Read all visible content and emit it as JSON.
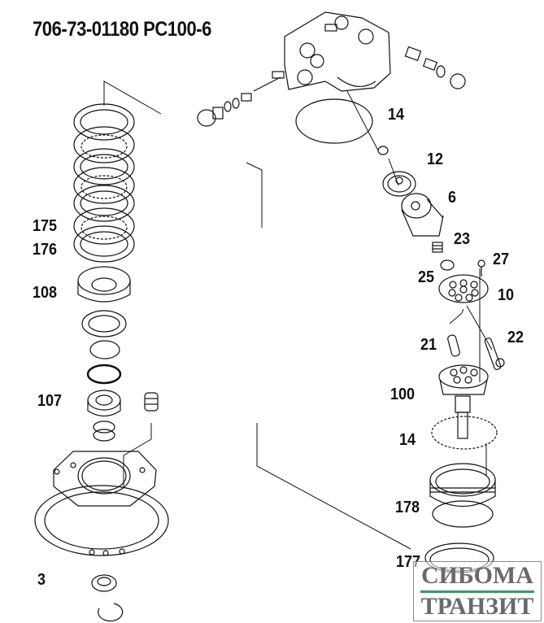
{
  "title": "706-73-01180 PC100-6",
  "callouts": [
    {
      "id": "c14a",
      "text": "14"
    },
    {
      "id": "c12",
      "text": "12"
    },
    {
      "id": "c6",
      "text": "6"
    },
    {
      "id": "c23",
      "text": "23"
    },
    {
      "id": "c27",
      "text": "27"
    },
    {
      "id": "c25",
      "text": "25"
    },
    {
      "id": "c10",
      "text": "10"
    },
    {
      "id": "c21",
      "text": "21"
    },
    {
      "id": "c22",
      "text": "22"
    },
    {
      "id": "c100",
      "text": "100"
    },
    {
      "id": "c14b",
      "text": "14"
    },
    {
      "id": "c178",
      "text": "178"
    },
    {
      "id": "c177",
      "text": "177"
    },
    {
      "id": "c175",
      "text": "175"
    },
    {
      "id": "c176",
      "text": "176"
    },
    {
      "id": "c108",
      "text": "108"
    },
    {
      "id": "c107",
      "text": "107"
    },
    {
      "id": "c3",
      "text": "3"
    }
  ],
  "watermark": {
    "line1": "СИБОМА",
    "line2": "ТРАНЗИТ",
    "accent": "#3a9a5a",
    "text_color": "#6a6a6a"
  }
}
